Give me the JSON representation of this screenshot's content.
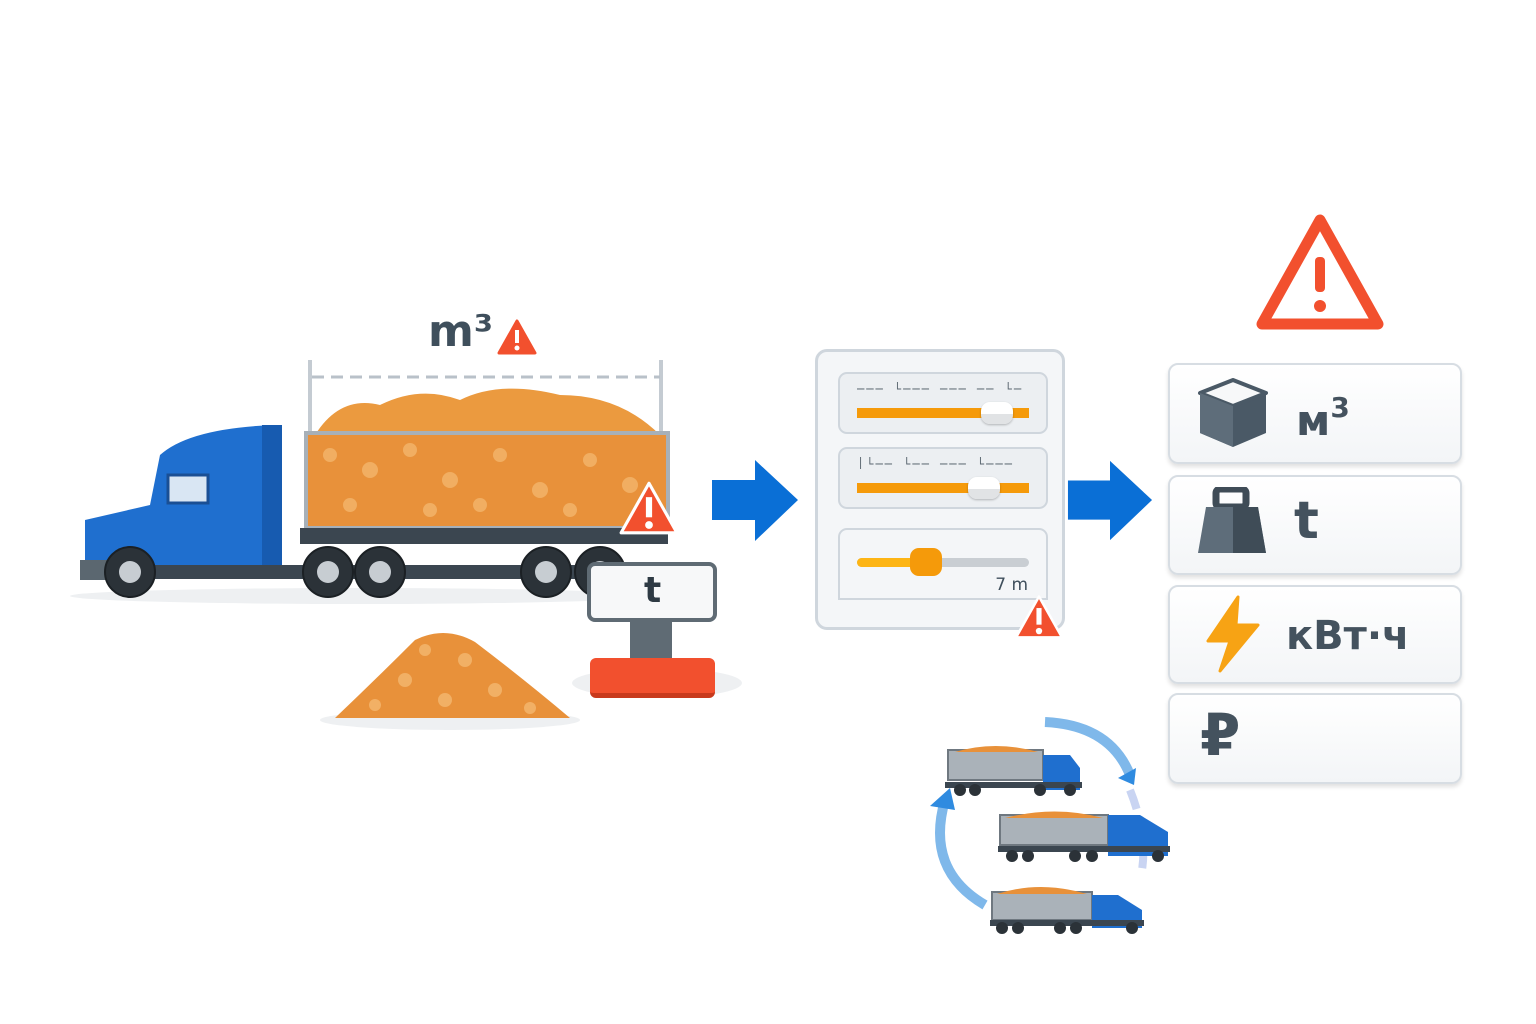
{
  "left_scene": {
    "volume_unit_label": "m³",
    "scale_unit_label": "t"
  },
  "settings_panel": {
    "sliders": [
      {
        "value_fraction": 0.88
      },
      {
        "value_fraction": 0.82
      },
      {
        "value_fraction": 0.4,
        "readout": "7 m"
      }
    ]
  },
  "units": [
    {
      "icon": "cube-icon",
      "label": "м",
      "superscript": "3"
    },
    {
      "icon": "weight-icon",
      "label": "t"
    },
    {
      "icon": "lightning-icon",
      "label": "кВт·ч"
    },
    {
      "icon": "ruble-icon",
      "label": "₽"
    }
  ],
  "colors": {
    "truck_blue": "#1f6fcf",
    "arrow_blue": "#0a6fd6",
    "gravel_orange": "#e8913a",
    "warning_red": "#f2502e",
    "slider_orange": "#f59a0a",
    "text_gray": "#44525e"
  }
}
